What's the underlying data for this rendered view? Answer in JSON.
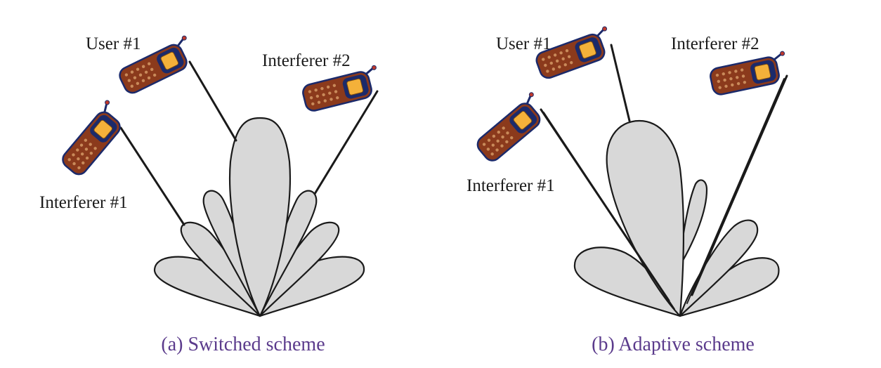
{
  "panel_a": {
    "caption": "(a) Switched scheme",
    "user_label": "User #1",
    "interferer1_label": "Interferer #1",
    "interferer2_label": "Interferer #2"
  },
  "panel_b": {
    "caption": "(b) Adaptive scheme",
    "user_label": "User #1",
    "interferer1_label": "Interferer #1",
    "interferer2_label": "Interferer #2"
  },
  "colors": {
    "caption": "#5b3b8c",
    "lobe_fill": "#d8d8d8",
    "phone_body": "#8b3a1c",
    "phone_screen": "#f4b13a",
    "phone_trim": "#1b2a6b"
  },
  "icons": [
    "mobile-phone-icon",
    "antenna-lobe"
  ]
}
